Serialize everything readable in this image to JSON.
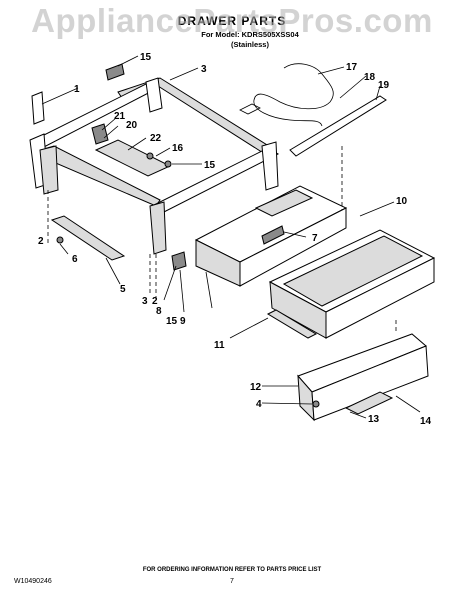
{
  "watermark": "AppliancePartsPros.com",
  "header": {
    "title": "DRAWER PARTS",
    "model_line": "For Model: KDRS505XSS04",
    "variant": "(Stainless)"
  },
  "callouts": [
    "1",
    "2",
    "2",
    "3",
    "3",
    "4",
    "5",
    "6",
    "7",
    "8",
    "9",
    "10",
    "11",
    "12",
    "13",
    "14",
    "15",
    "15",
    "15",
    "16",
    "17",
    "18",
    "19",
    "20",
    "21",
    "22"
  ],
  "footer": {
    "note": "FOR ORDERING INFORMATION REFER TO PARTS PRICE LIST",
    "doc_number": "W10490246",
    "page": "7"
  }
}
